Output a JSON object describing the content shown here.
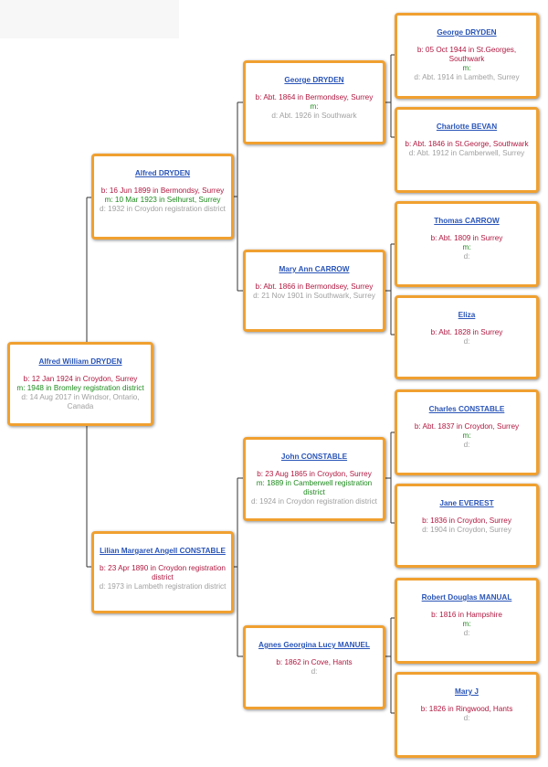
{
  "tree": {
    "root": {
      "name": "Alfred William DRYDEN",
      "b": "b: 12 Jan 1924 in Croydon, Surrey",
      "m": "m: 1948 in Bromley registration district",
      "d": "d: 14 Aug 2017 in Windsor, Ontario, Canada"
    },
    "father": {
      "name": "Alfred DRYDEN",
      "b": "b: 16 Jun 1899 in Bermondsy, Surrey",
      "m": "m: 10 Mar 1923 in Selhurst, Surrey",
      "d": "d: 1932 in Croydon registration district"
    },
    "mother": {
      "name": "Lilian Margaret Angell CONSTABLE",
      "b": "b: 23 Apr 1890 in Croydon registration district",
      "d": "d: 1973 in Lambeth registration district"
    },
    "pgf": {
      "name": "George DRYDEN",
      "b": "b: Abt. 1864 in Bermondsey, Surrey",
      "m": "m:",
      "d": "d: Abt. 1926 in Southwark"
    },
    "pgm": {
      "name": "Mary Ann CARROW",
      "b": "b: Abt. 1866 in Bermondsey, Surrey",
      "d": "d: 21 Nov 1901 in Southwark, Surrey"
    },
    "mgf": {
      "name": "John CONSTABLE",
      "b": "b: 23 Aug 1865 in Croydon, Surrey",
      "m": "m: 1889 in Camberwell registration district",
      "d": "d: 1924 in Croydon registration district"
    },
    "mgm": {
      "name": "Agnes Georgina Lucy MANUEL",
      "b": "b: 1862 in Cove, Hants",
      "d": "d:"
    },
    "ggf1": {
      "name": "George DRYDEN",
      "b": "b: 05 Oct 1944 in St.Georges, Southwark",
      "m": "m:",
      "d": "d: Abt. 1914 in Lambeth, Surrey"
    },
    "ggm1": {
      "name": "Charlotte BEVAN",
      "b": "b: Abt. 1846 in St.George, Southwark",
      "d": "d: Abt. 1912 in Camberwell, Surrey"
    },
    "ggf2": {
      "name": "Thomas CARROW",
      "b": "b: Abt. 1809 in Surrey",
      "m": "m:",
      "d": "d:"
    },
    "ggm2": {
      "name": "Eliza",
      "b": "b: Abt. 1828 in Surrey",
      "d": "d:"
    },
    "ggf3": {
      "name": "Charles CONSTABLE",
      "b": "b: Abt. 1837 in Croydon, Surrey",
      "m": "m:",
      "d": "d:"
    },
    "ggm3": {
      "name": "Jane EVEREST",
      "b": "b: 1836 in Croydon, Surrey",
      "d": "d: 1904 in Croydon, Surrey"
    },
    "ggf4": {
      "name": "Robert Douglas MANUAL",
      "b": "b: 1816 in Hampshire",
      "m": "m:",
      "d": "d:"
    },
    "ggm4": {
      "name": "Mary J",
      "b": "b: 1826 in Ringwood, Hants",
      "d": "d:"
    }
  }
}
